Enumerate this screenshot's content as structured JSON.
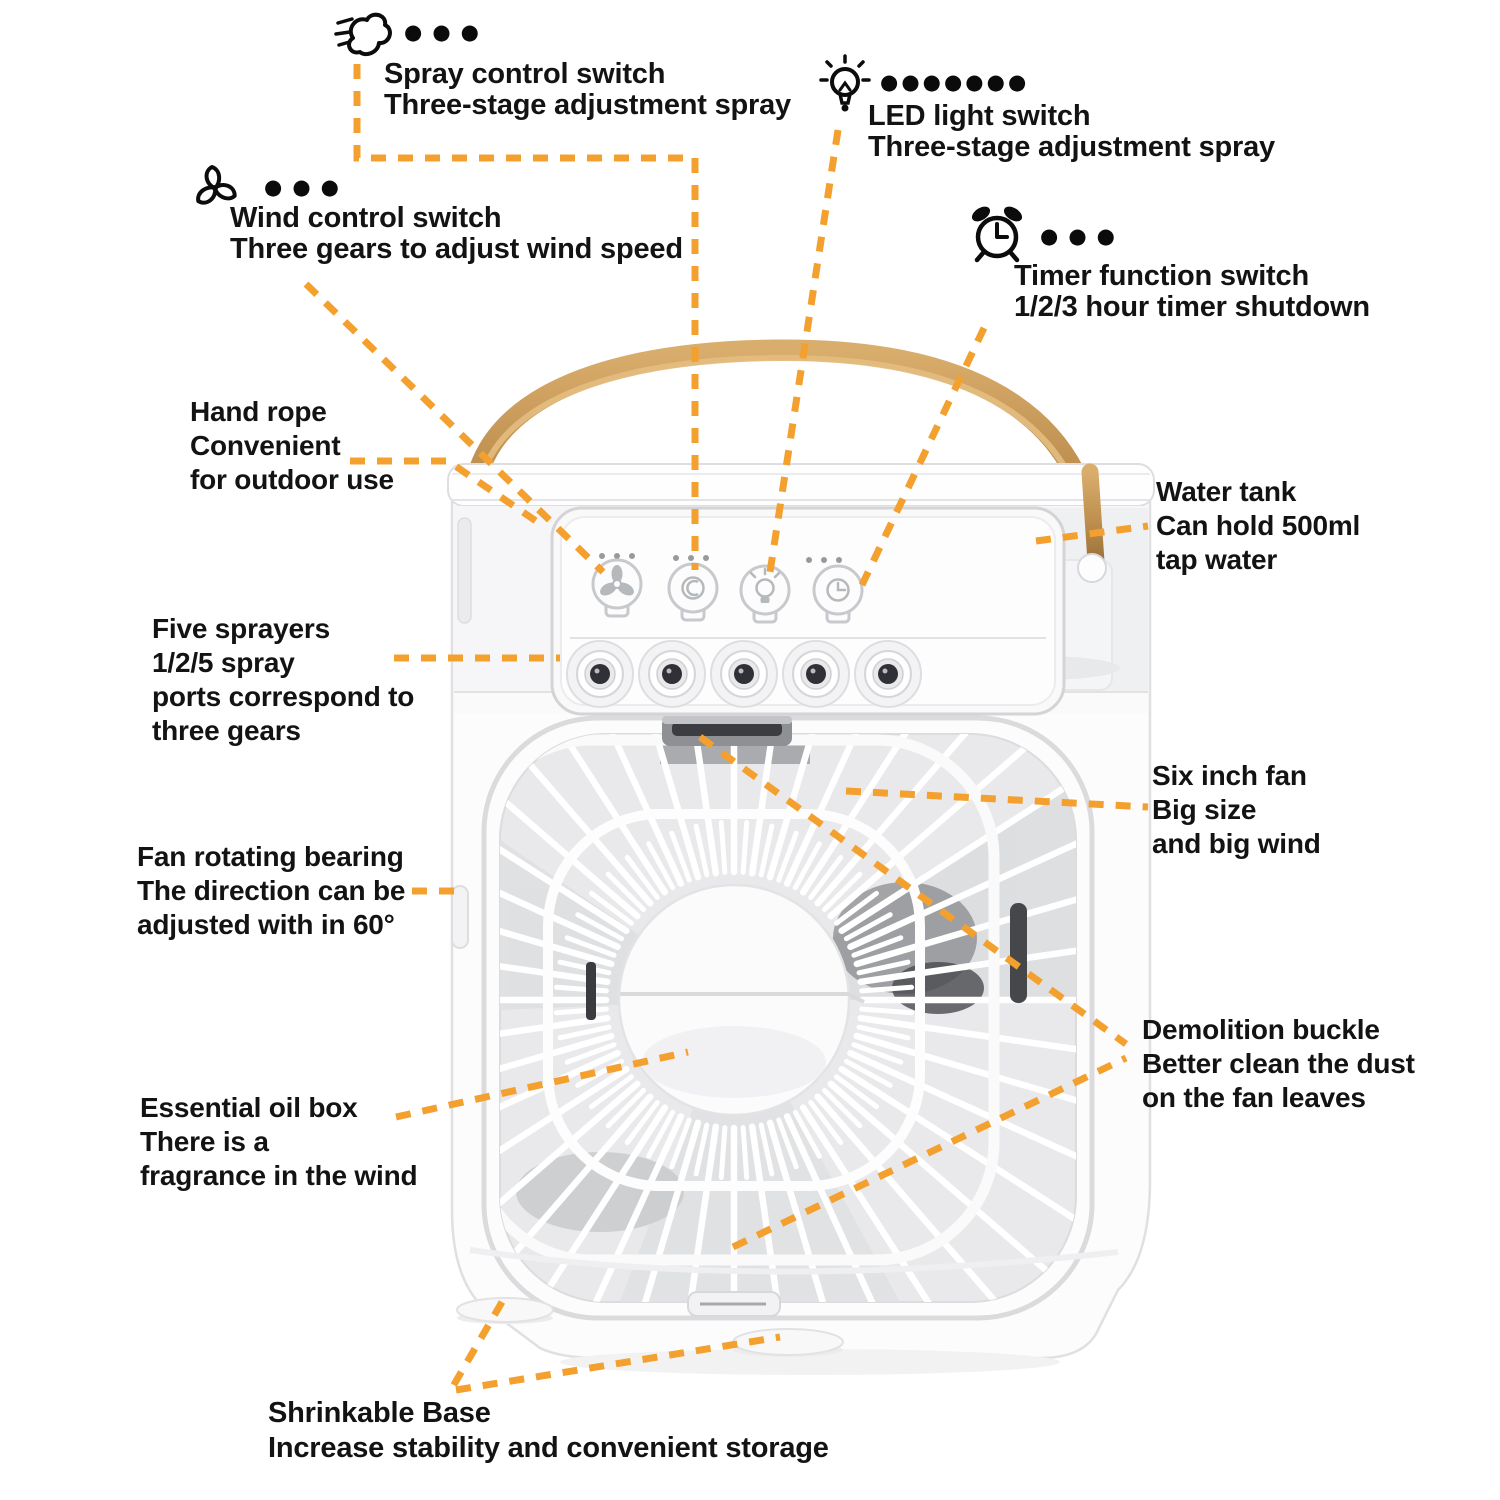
{
  "colors": {
    "accent_orange": "#F3A02F",
    "text_black": "#131313",
    "handle_tan": "#C2925A",
    "device_white": "#FCFCFD",
    "nozzle_tip_dark": "#303136"
  },
  "callouts": {
    "spray_control": {
      "icon": "spray-puff-icon",
      "dot_count": 3,
      "lines": [
        "Spray control switch",
        "Three-stage adjustment spray"
      ]
    },
    "led_light": {
      "icon": "light-bulb-icon",
      "dot_count": 7,
      "lines": [
        "LED light switch",
        "Three-stage adjustment spray"
      ]
    },
    "wind_control": {
      "icon": "fan-propeller-icon",
      "dot_count": 3,
      "lines": [
        "Wind control switch",
        "Three gears to adjust wind speed"
      ]
    },
    "timer": {
      "icon": "alarm-clock-icon",
      "dot_count": 3,
      "lines": [
        "Timer function switch",
        "1/2/3 hour timer shutdown"
      ]
    },
    "hand_rope": {
      "lines": [
        "Hand rope",
        "Convenient",
        "for outdoor use"
      ]
    },
    "water_tank": {
      "lines": [
        "Water tank",
        "Can hold 500ml",
        "tap water"
      ]
    },
    "five_sprayers": {
      "lines": [
        "Five sprayers",
        "1/2/5 spray",
        "ports correspond to",
        "three gears"
      ]
    },
    "six_inch_fan": {
      "lines": [
        "Six inch fan",
        "Big size",
        "and big wind"
      ]
    },
    "fan_bearing": {
      "lines": [
        "Fan rotating bearing",
        "The direction can be",
        "adjusted with in 60°"
      ]
    },
    "demolition_buckle": {
      "lines": [
        "Demolition buckle",
        "Better clean the dust",
        "on the fan leaves"
      ]
    },
    "essential_oil": {
      "lines": [
        "Essential oil box",
        "There is a",
        "fragrance in the wind"
      ]
    },
    "shrinkable_base": {
      "lines": [
        "Shrinkable Base",
        "Increase stability and convenient storage"
      ]
    }
  },
  "device": {
    "panel_buttons": [
      "fan",
      "mist",
      "light",
      "timer"
    ],
    "indicator_dot_groups": 3,
    "indicator_dots_per_group": 3,
    "spray_nozzle_count": 5
  }
}
